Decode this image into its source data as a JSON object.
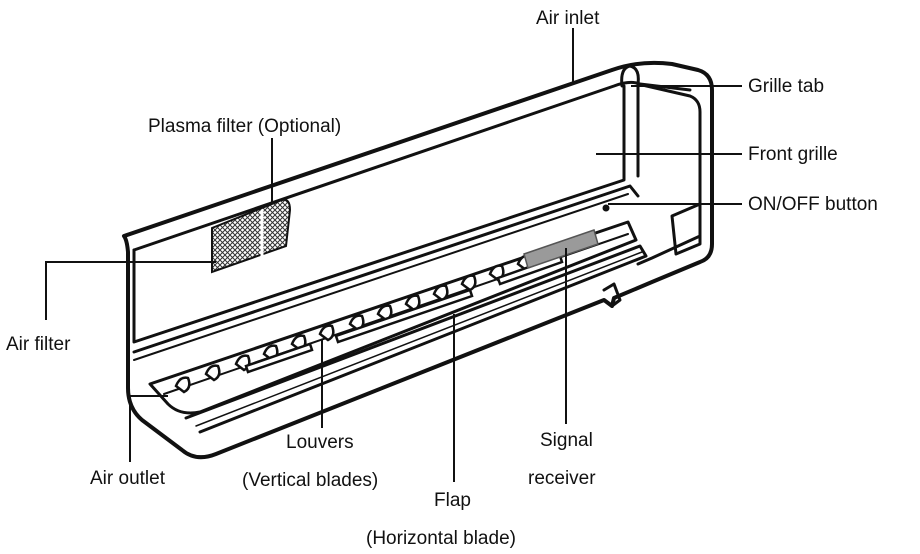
{
  "labels": {
    "air_inlet": "Air inlet",
    "plasma_filter": "Plasma filter (Optional)",
    "grille_tab": "Grille tab",
    "front_grille": "Front grille",
    "on_off_button": "ON/OFF button",
    "air_filter": "Air filter",
    "air_outlet": "Air outlet",
    "louvers_line1": "Louvers",
    "louvers_line2": "(Vertical blades)",
    "signal_line1": "Signal",
    "signal_line2": "receiver",
    "flap_line1": "Flap",
    "flap_line2": "(Horizontal blade)"
  },
  "colors": {
    "outline": "#111111",
    "filter_mesh": "#444444",
    "signal_window": "#9a9a9a"
  }
}
